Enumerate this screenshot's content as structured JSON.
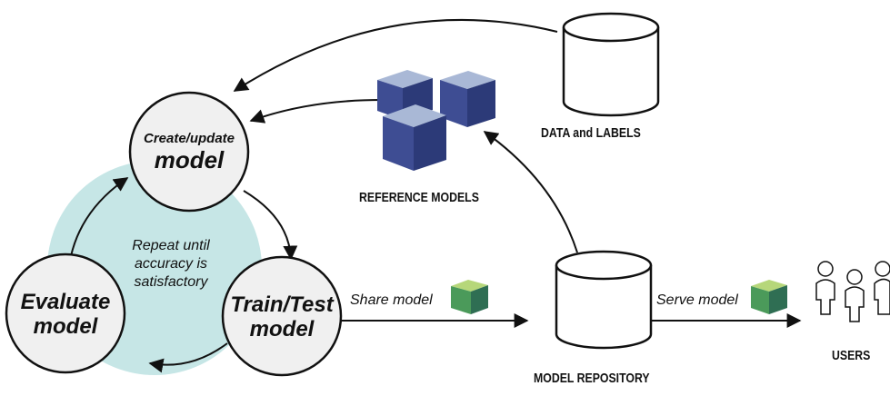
{
  "loop": {
    "create": {
      "line1": "Create/update",
      "line2": "model"
    },
    "train": {
      "line1": "Train/Test",
      "line2": "model"
    },
    "evaluate": {
      "line1": "Evaluate",
      "line2": "model"
    },
    "repeat": {
      "line1": "Repeat until",
      "line2": "accuracy is",
      "line3": "satisfactory"
    }
  },
  "labels": {
    "reference_models": "REFERENCE MODELS",
    "data_and_labels": "DATA and LABELS",
    "model_repository": "MODEL REPOSITORY",
    "users": "USERS",
    "share_model": "Share model",
    "serve_model": "Serve model"
  },
  "colors": {
    "loop_background": "#c6e6e6",
    "node_fill": "#f0f0f0",
    "cube_blue_top": "#a9b8d6",
    "cube_blue_front": "#3e4d93",
    "cube_blue_side": "#2c3a78",
    "cube_green_top": "#b6d77a",
    "cube_green_front": "#4b9a5a",
    "cube_green_side": "#2f6e53",
    "stroke": "#111111"
  }
}
